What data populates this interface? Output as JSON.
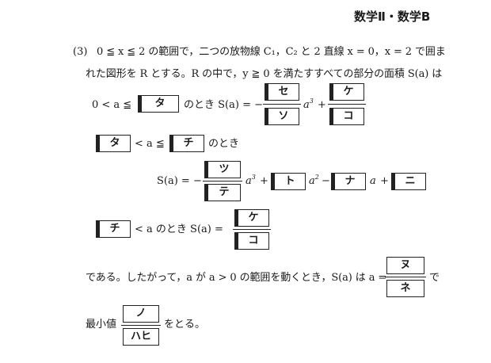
{
  "header": {
    "title": "数学Ⅱ・数学B"
  },
  "problem": {
    "number": "(3)",
    "line1": "0 ≦ x ≦ 2 の範囲で，二つの放物線 C₁，C₂ と 2 直線 x = 0，x = 2 で囲ま",
    "line2": "れた図形を R とする。R の中で，y ≧ 0 を満たすすべての部分の面積 S(a) は",
    "case1_prefix": "0 < a ≦",
    "case1_mid": "のとき  S(a) = −",
    "case2_lt": "< a ≦",
    "case2_suffix": "のとき",
    "case2_lhs": "S(a) = −",
    "case3_prefix": "< a のとき  S(a) =",
    "conclusion_text": "である。したがって，a が a > 0 の範囲を動くとき，S(a) は a =",
    "conclusion_de": "で",
    "min_prefix": "最小値",
    "min_suffix": "をとる。"
  },
  "math": {
    "a": "a",
    "cube": "3",
    "square": "2",
    "plus": "+",
    "minus": "−"
  },
  "boxes": {
    "ta": "タ",
    "se": "セ",
    "so": "ソ",
    "ke": "ケ",
    "ko": "コ",
    "chi": "チ",
    "tsu": "ツ",
    "te": "テ",
    "to": "ト",
    "na": "ナ",
    "ni": "ニ",
    "nu": "ヌ",
    "ne": "ネ",
    "no": "ノ",
    "hahi": "ハヒ"
  }
}
